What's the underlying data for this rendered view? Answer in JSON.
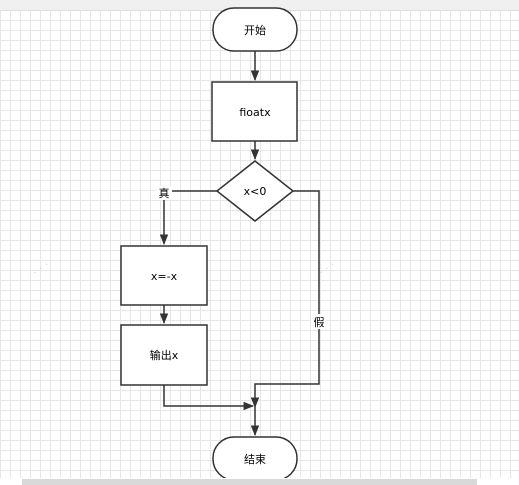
{
  "nodes": {
    "start": "开始",
    "input": "fioatx",
    "decision": "x<0",
    "negate": "x=-x",
    "output": "输出x",
    "end": "结束"
  },
  "edges": {
    "true_label": "真",
    "false_label": "假"
  },
  "colors": {
    "stroke": "#333333",
    "grid": "#e6e6e6",
    "watermark": "#d4d4d4"
  }
}
